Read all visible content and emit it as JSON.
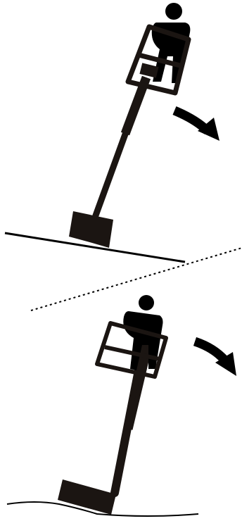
{
  "figure": {
    "caption": "",
    "panels": [
      {
        "id": "upper",
        "depiction": "mast-lift-tipping-on-slope"
      },
      {
        "id": "lower",
        "depiction": "mast-lift-tipping-on-uneven-ground"
      }
    ],
    "separator": "dashed-diagonal-line",
    "arrow_direction": "clockwise",
    "colors": {
      "ink": "#000000",
      "machine": "#1b1512",
      "background": "#ffffff"
    },
    "icons": [
      "operator-icon",
      "tip-over-arrow-icon",
      "mast-lift-icon"
    ]
  }
}
